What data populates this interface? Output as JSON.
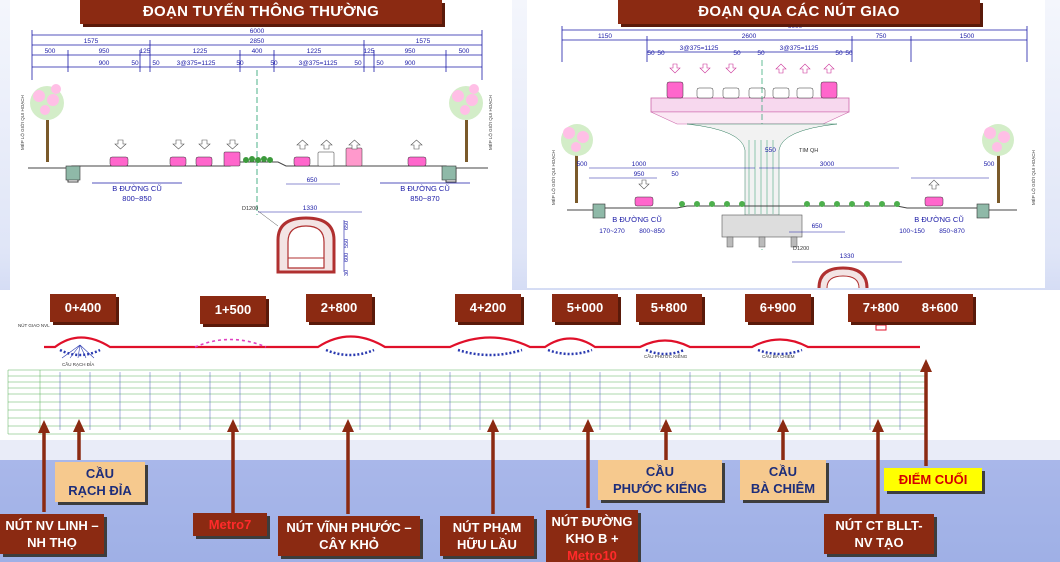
{
  "left_panel": {
    "title": "ĐOẠN TUYẾN THÔNG THƯỜNG",
    "dims_top": [
      "6000"
    ],
    "dims_row2": [
      "1575",
      "2850",
      "1575"
    ],
    "dims_row3": [
      "500",
      "950",
      "125",
      "1225",
      "400",
      "1225",
      "125",
      "950",
      "500"
    ],
    "dims_row4": [
      "900",
      "50",
      "50",
      "3@375=1125",
      "50",
      "50",
      "3@375=1125",
      "50",
      "50",
      "900"
    ],
    "side_label": "MÉP LỘ GIỚI QUI HOẠCH",
    "road_left_label": "B ĐƯỜNG CŨ",
    "road_left_range": "800~850",
    "road_right_label": "B ĐƯỜNG CŨ",
    "road_right_range": "850~870",
    "dim_650": "650",
    "dim_1330": "1330",
    "tunnel_label": "D1200",
    "tunnel_dims": [
      "650",
      "550",
      "600",
      "30"
    ]
  },
  "right_panel": {
    "title": "ĐOẠN QUA CÁC NÚT GIAO",
    "dims_top": [
      "6000"
    ],
    "dims_row2": [
      "1150",
      "2600",
      "750",
      "1500"
    ],
    "dims_row3": [
      "50",
      "50",
      "3@375=1125",
      "50",
      "50",
      "3@375=1125",
      "50",
      "50"
    ],
    "center_label": "TIM QH",
    "dim_550": "550",
    "dim_1000": "1000",
    "dim_3000": "3000",
    "dim_500": "500",
    "dim_950": "950",
    "dim_50": "50",
    "road_left_label": "B ĐƯỜNG CŨ",
    "road_left_range_a": "170~270",
    "road_left_range_b": "800~850",
    "road_right_label": "B ĐƯỜNG CŨ",
    "road_right_range_a": "100~150",
    "road_right_range_b": "850~870",
    "dim_650": "650",
    "dim_1330": "1330",
    "tunnel_label": "D1200",
    "side_label": "MÉP LỘ GIỚI QUI HOẠCH"
  },
  "profile": {
    "start_label": "NÚT GIAO NVL",
    "bridge_label_1": "CẦU RẠCH ĐỈA",
    "bridge_label_2": "CẦU PHƯỚC KIỂNG",
    "bridge_label_3": "CẦU BÀ CHIÊM",
    "end_label": "ĐIỂM CUỐI"
  },
  "chainages": [
    "0+400",
    "1+500",
    "2+800",
    "4+200",
    "5+000",
    "5+800",
    "6+900",
    "7+800",
    "8+600"
  ],
  "labels": {
    "nut_nv_linh": [
      "NÚT NV LINH –",
      "NH THỌ"
    ],
    "cau_rach_dia": [
      "CẦU",
      "RẠCH ĐỈA"
    ],
    "metro7": "Metro7",
    "nut_vinh_phuoc": [
      "NÚT VĨNH PHƯỚC –",
      "CÂY KHỎ"
    ],
    "nut_pham_huu_lau": [
      "NÚT PHẠM",
      "HỮU LẦU"
    ],
    "nut_duong_kho_b": [
      "NÚT ĐƯỜNG",
      "KHO B +"
    ],
    "nut_duong_kho_b_metro": "Metro10",
    "cau_phuoc_kieng": [
      "CẦU",
      "PHƯỚC KIỂNG"
    ],
    "cau_ba_chiem": [
      "CẦU",
      "BÀ CHIÊM"
    ],
    "diem_cuoi": "ĐIỂM CUỐI",
    "nut_ct_bllt": [
      "NÚT CT BLLT-",
      "NV TẠO"
    ]
  },
  "colors": {
    "banner": "#8b2a12",
    "bridge_label": "#f6c98e",
    "end_label": "#ffff00",
    "profile_line": "#e0102a",
    "arrow": "#8b2a12",
    "dimension": "#1a1aa6",
    "car": "#ff66cc"
  }
}
